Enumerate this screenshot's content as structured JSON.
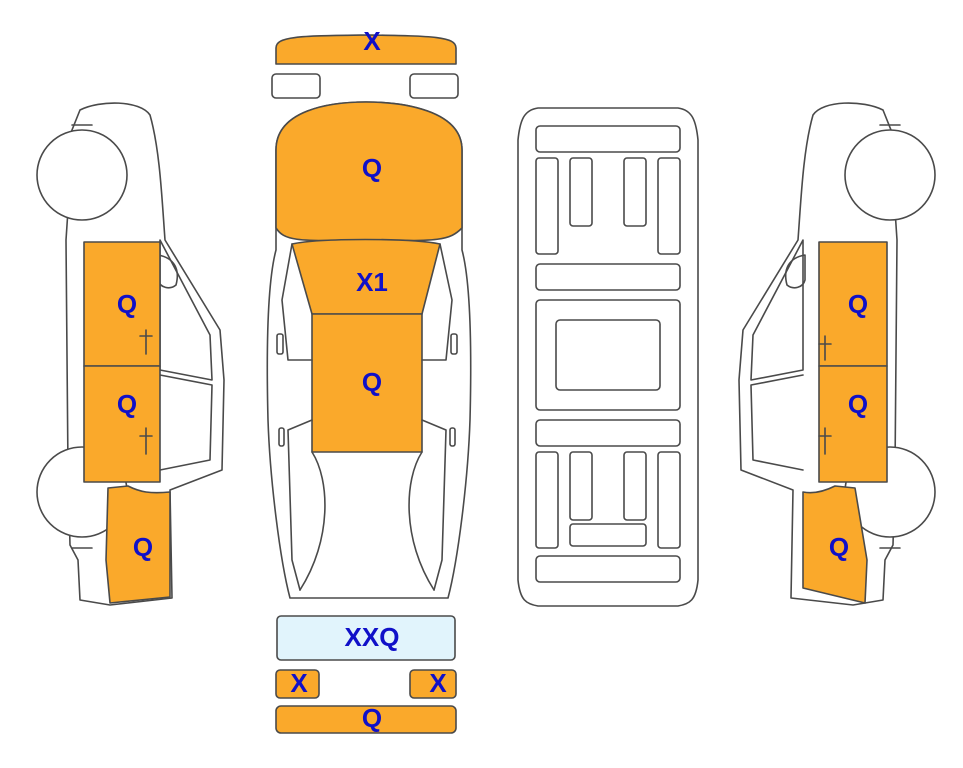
{
  "colors": {
    "damaged": "#FAA92B",
    "replaced": "#E1F4FC",
    "code_text": "#1010C8",
    "outline": "#4A4A4A"
  },
  "left_side": {
    "front_door": "Q",
    "rear_door": "Q",
    "rear_quarter": "Q"
  },
  "top_view": {
    "front_bumper": "X",
    "hood": "Q",
    "windshield": "X1",
    "roof": "Q",
    "trunk_lid": "XXQ",
    "rear_left_lamp": "X",
    "rear_right_lamp": "X",
    "rear_bumper": "Q"
  },
  "right_side": {
    "front_door": "Q",
    "rear_door": "Q",
    "rear_quarter": "Q"
  }
}
